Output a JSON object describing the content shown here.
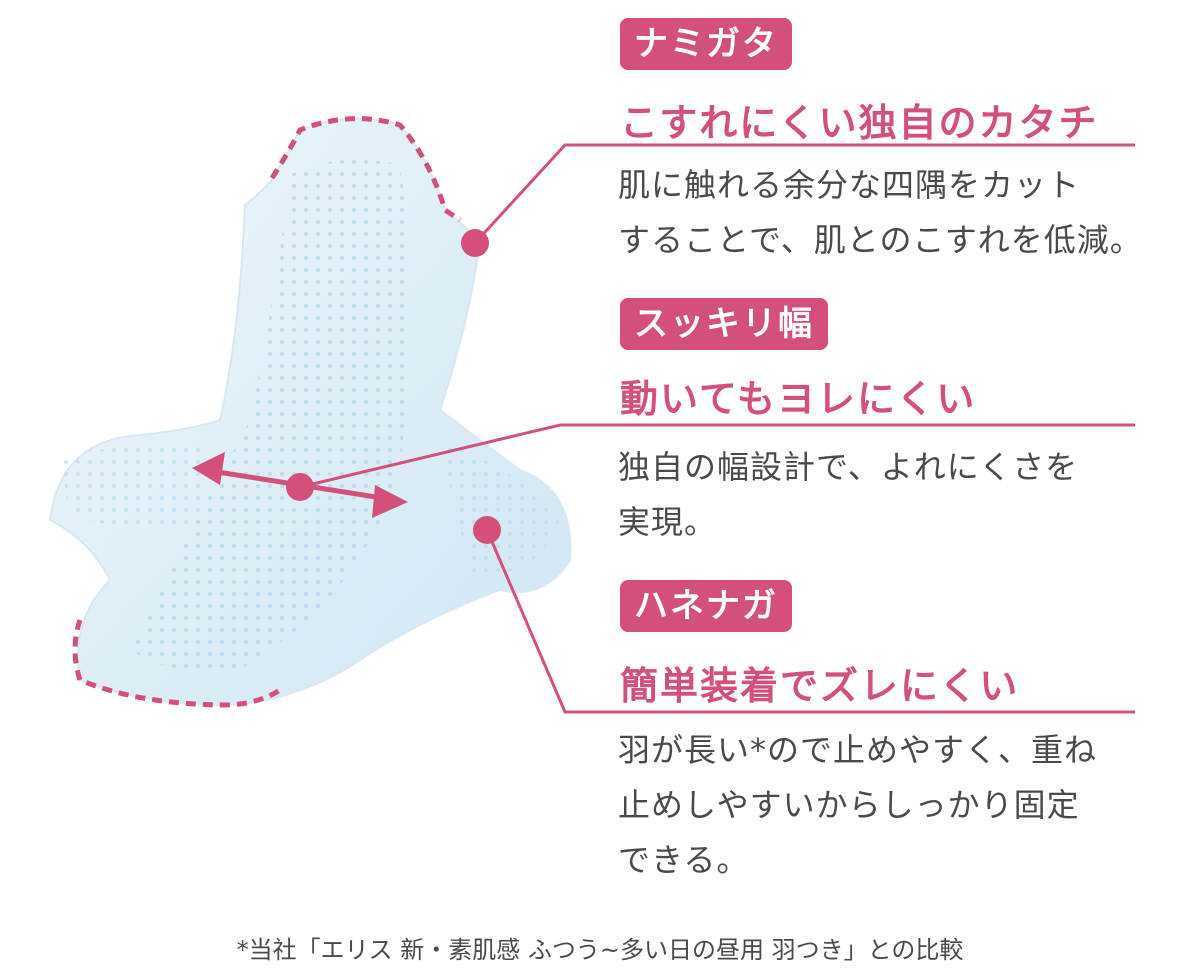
{
  "accent_color": "#d3507a",
  "features": [
    {
      "badge": "ナミガタ",
      "heading": "こすれにくい独自のカタチ",
      "lines": [
        "肌に触れる余分な四隅をカット",
        "することで、肌とのこすれを低減。"
      ]
    },
    {
      "badge": "スッキリ幅",
      "heading": "動いてもヨレにくい",
      "lines": [
        "独自の幅設計で、よれにくさを",
        "実現。"
      ]
    },
    {
      "badge": "ハネナガ",
      "heading": "簡単装着でズレにくい",
      "lines": [
        "羽が長い*ので止めやすく、重ね",
        "止めしやすいからしっかり固定",
        "できる。"
      ]
    }
  ],
  "footnote": "*当社「エリス 新・素肌感 ふつう~多い日の昼用 羽つき」との比較"
}
